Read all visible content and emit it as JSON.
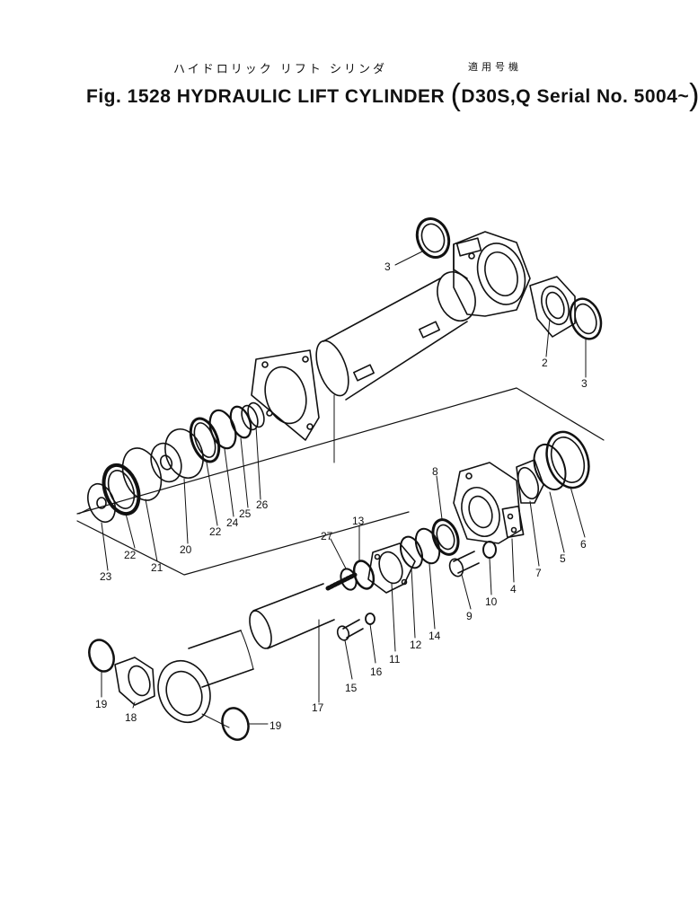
{
  "header": {
    "title_jp": "ハイドロリック リフト シリンダ",
    "applicable_jp": "適用号機",
    "fig_label": "Fig.",
    "fig_number": "1528",
    "title_en": "HYDRAULIC LIFT CYLINDER",
    "model": "D30S,Q",
    "serial_label": "Serial No.",
    "serial_range": "5004~"
  },
  "callouts": [
    {
      "id": "c3a",
      "label": "3"
    },
    {
      "id": "c2",
      "label": "2"
    },
    {
      "id": "c3b",
      "label": "3"
    },
    {
      "id": "c26",
      "label": "26"
    },
    {
      "id": "c25",
      "label": "25"
    },
    {
      "id": "c24",
      "label": "24"
    },
    {
      "id": "c22a",
      "label": "22"
    },
    {
      "id": "c20",
      "label": "20"
    },
    {
      "id": "c21",
      "label": "21"
    },
    {
      "id": "c22b",
      "label": "22"
    },
    {
      "id": "c23",
      "label": "23"
    },
    {
      "id": "c8",
      "label": "8"
    },
    {
      "id": "c13",
      "label": "13"
    },
    {
      "id": "c27",
      "label": "27"
    },
    {
      "id": "c6",
      "label": "6"
    },
    {
      "id": "c5",
      "label": "5"
    },
    {
      "id": "c7",
      "label": "7"
    },
    {
      "id": "c4",
      "label": "4"
    },
    {
      "id": "c10",
      "label": "10"
    },
    {
      "id": "c9",
      "label": "9"
    },
    {
      "id": "c14",
      "label": "14"
    },
    {
      "id": "c12",
      "label": "12"
    },
    {
      "id": "c11",
      "label": "11"
    },
    {
      "id": "c16",
      "label": "16"
    },
    {
      "id": "c15",
      "label": "15"
    },
    {
      "id": "c17",
      "label": "17"
    },
    {
      "id": "c19a",
      "label": "19"
    },
    {
      "id": "c18",
      "label": "18"
    },
    {
      "id": "c19b",
      "label": "19"
    }
  ]
}
